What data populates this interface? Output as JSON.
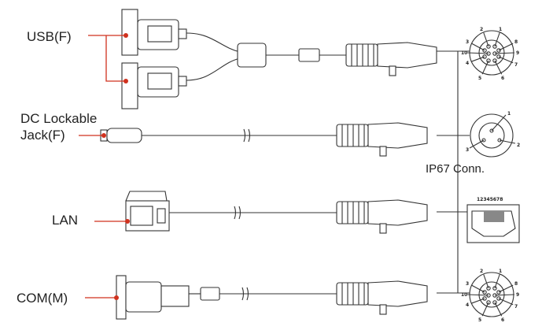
{
  "labels": {
    "usb": "USB(F)",
    "dc_line1": "DC Lockable",
    "dc_line2": "Jack(F)",
    "lan": "LAN",
    "com": "COM(M)",
    "ip67": "IP67 Conn."
  },
  "pinouts": {
    "ten_pin": [
      "1",
      "2",
      "3",
      "4",
      "5",
      "6",
      "7",
      "8",
      "9",
      "10"
    ],
    "three_pin": [
      "1",
      "2",
      "3"
    ],
    "rj45": "12345678"
  },
  "colors": {
    "accent": "#d0311e",
    "line": "#333333"
  }
}
